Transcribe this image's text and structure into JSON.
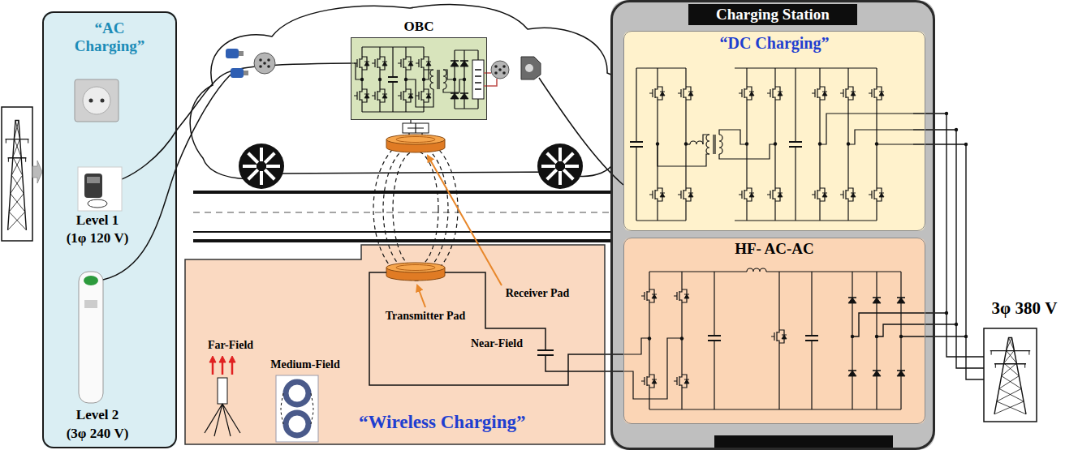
{
  "diagram": {
    "nodes": [
      {
        "text": [
          "“AC Charging”"
        ]
      },
      {
        "text": [
          "OBC"
        ]
      },
      {
        "text": [
          "Charging Station"
        ]
      },
      {
        "text": [
          "“DC Charging”"
        ],
        "in": 2
      },
      {
        "text": [
          "HF- AC-AC"
        ],
        "in": 2
      },
      {
        "text": [
          "“Wireless Charging”"
        ]
      }
    ],
    "edges": [
      {
        "from": 0,
        "to": 1,
        "arrow": "none"
      },
      {
        "from": 4,
        "to": 5,
        "arrow": "none"
      }
    ],
    "labels": [
      "Level 1",
      "(1φ 120 V)",
      "Level 2",
      "(3φ 240 V)",
      "Far-Field",
      "Medium-Field",
      "Receiver Pad",
      "Transmitter Pad",
      "Near-Field",
      "3φ 380 V"
    ]
  }
}
